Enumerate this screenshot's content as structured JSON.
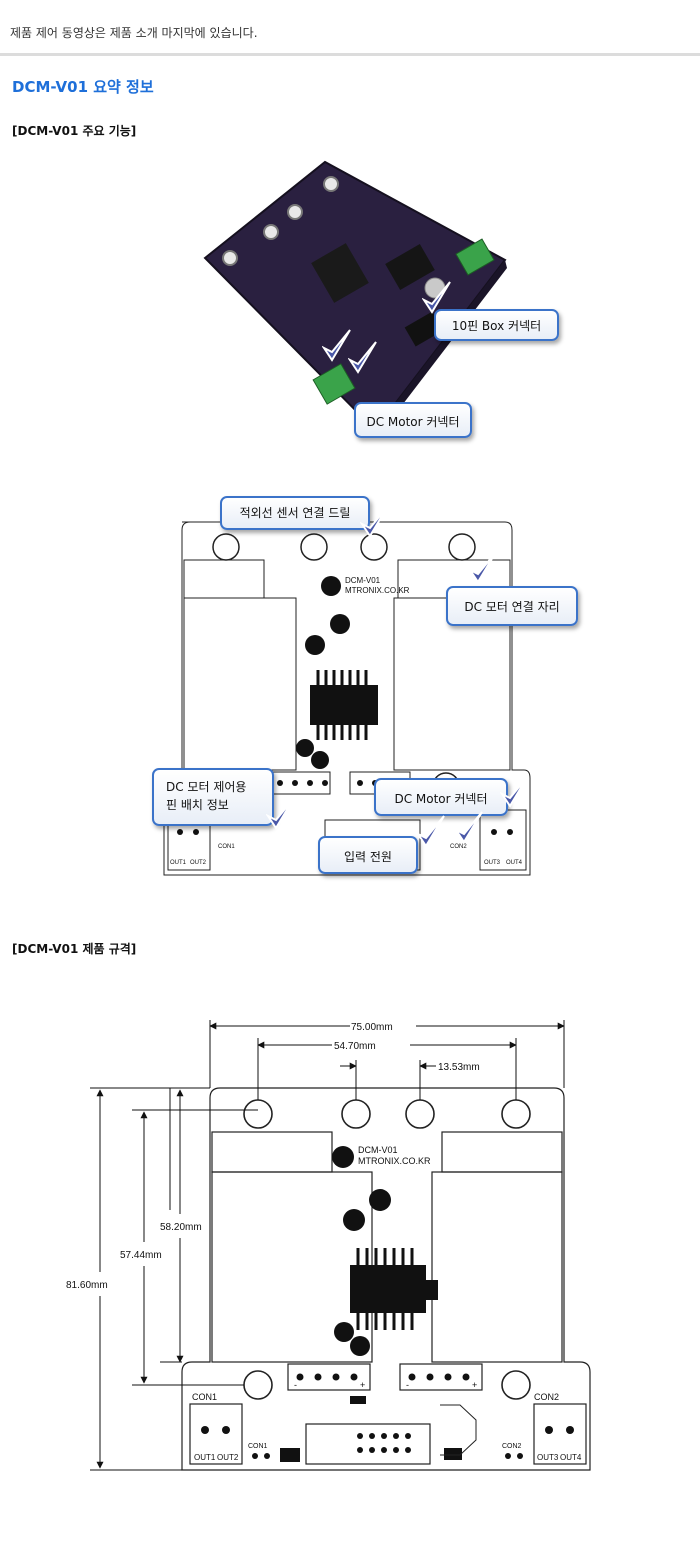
{
  "notice": "제품 제어 동영상은 제품 소개 마지막에 있습니다.",
  "section_title": "DCM-V01 요약 정보",
  "features_heading": "[DCM-V01 주요 기능]",
  "specs_heading": "[DCM-V01 제품 규격]",
  "photo_callouts": {
    "box_connector": "10핀 Box 커넥터",
    "dc_motor_connector": "DC Motor 커넥터"
  },
  "layout_callouts": {
    "ir_sensor_hole": "적외선 센서 연결 드릴",
    "dc_motor_mount": "DC 모터 연결 자리",
    "pin_info_line1": "DC 모터 제어용",
    "pin_info_line2": "핀 배치 정보",
    "dc_motor_connector": "DC Motor 커넥터",
    "power_input": "입력 전원"
  },
  "board_logo": {
    "model": "DCM-V01",
    "site": "MTRONIX.CO.KR"
  },
  "board_labels": {
    "con1": "CON1",
    "con2": "CON2",
    "out1": "OUT1",
    "out2": "OUT2",
    "out3": "OUT3",
    "out4": "OUT4",
    "minus": "-",
    "plus": "+"
  },
  "dimensions": {
    "width_total": "75.00mm",
    "hole_span": "54.70mm",
    "hole_gap": "13.53mm",
    "height_total": "81.60mm",
    "height_mid": "58.20mm",
    "height_inner": "57.44mm"
  },
  "colors": {
    "accent": "#1e6fd9",
    "callout_border": "#3b73c9",
    "pcb": "#2a2040",
    "terminal": "#3aa34a",
    "check": "#4a58a8"
  }
}
